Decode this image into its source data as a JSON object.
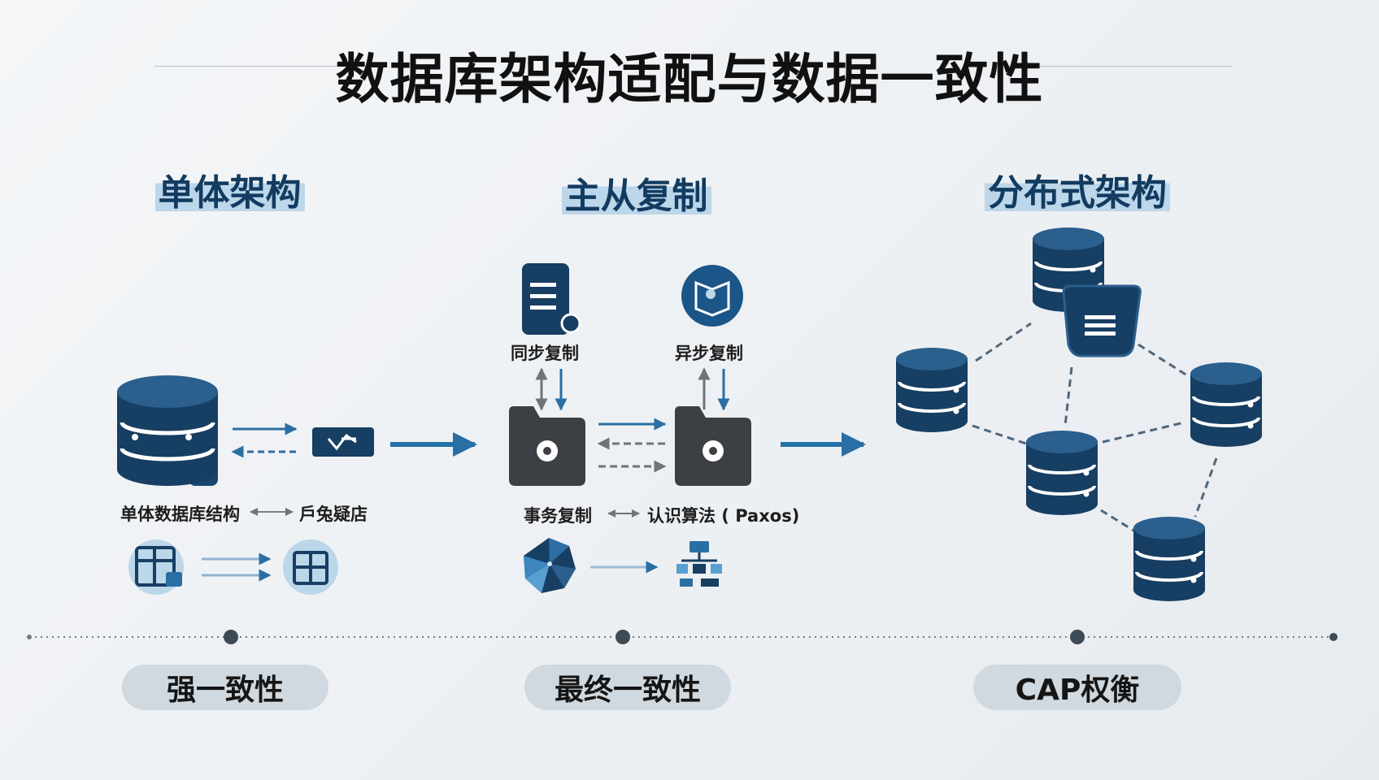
{
  "title": "数据库架构适配与数据一致性",
  "sections": {
    "monolith": "单体架构",
    "master_slave": "主从复制",
    "distributed": "分布式架构"
  },
  "labels": {
    "monolith_structure": "单体数据库结构",
    "monolith_right": "戶兔疑店",
    "sync_replication": "同步复制",
    "async_replication": "异步复制",
    "transaction_replication": "事务复制",
    "consensus_algorithm": "认识算法 ( Paxos)"
  },
  "consistency": {
    "strong": "强一致性",
    "eventual": "最终一致性",
    "cap": "CAP权衡"
  },
  "colors": {
    "navy": "#173e63",
    "blue": "#2371a6",
    "dark_gray": "#3c4045",
    "pill": "#d0d8e0"
  },
  "icons": [
    "database-icon",
    "switch-icon",
    "table-icon",
    "grid-icon",
    "folder-server-icon",
    "network-sphere-icon",
    "flowchart-icon",
    "book-icon"
  ]
}
